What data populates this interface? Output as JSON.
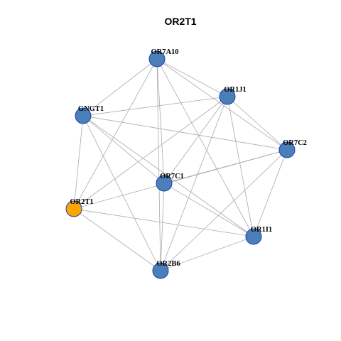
{
  "title": "OR2T1",
  "colors": {
    "node_fill": "#4a7fb8",
    "node_border": "#1c3fb0",
    "highlight_fill": "#ffa500",
    "edge": "#aaaaaa"
  },
  "nodes": [
    {
      "id": "OR7A10",
      "label": "OR7A10",
      "highlight": false
    },
    {
      "id": "OR1J1",
      "label": "OR1J1",
      "highlight": false
    },
    {
      "id": "GNGT1",
      "label": "GNGT1",
      "highlight": false
    },
    {
      "id": "OR7C2",
      "label": "OR7C2",
      "highlight": false
    },
    {
      "id": "OR7C1",
      "label": "OR7C1",
      "highlight": false
    },
    {
      "id": "OR2T1",
      "label": "OR2T1",
      "highlight": true
    },
    {
      "id": "OR1I1",
      "label": "OR1I1",
      "highlight": false
    },
    {
      "id": "OR2B6",
      "label": "OR2B6",
      "highlight": false
    }
  ],
  "edges": [
    [
      "OR7A10",
      "OR1J1"
    ],
    [
      "OR7A10",
      "GNGT1"
    ],
    [
      "OR7A10",
      "OR7C2"
    ],
    [
      "OR7A10",
      "OR7C1"
    ],
    [
      "OR7A10",
      "OR2T1"
    ],
    [
      "OR7A10",
      "OR1I1"
    ],
    [
      "OR7A10",
      "OR2B6"
    ],
    [
      "OR1J1",
      "GNGT1"
    ],
    [
      "OR1J1",
      "OR7C2"
    ],
    [
      "OR1J1",
      "OR7C1"
    ],
    [
      "OR1J1",
      "OR2T1"
    ],
    [
      "OR1J1",
      "OR1I1"
    ],
    [
      "OR1J1",
      "OR2B6"
    ],
    [
      "GNGT1",
      "OR7C2"
    ],
    [
      "GNGT1",
      "OR7C1"
    ],
    [
      "GNGT1",
      "OR2T1"
    ],
    [
      "GNGT1",
      "OR1I1"
    ],
    [
      "GNGT1",
      "OR2B6"
    ],
    [
      "OR7C2",
      "OR7C1"
    ],
    [
      "OR7C2",
      "OR2T1"
    ],
    [
      "OR7C2",
      "OR1I1"
    ],
    [
      "OR7C2",
      "OR2B6"
    ],
    [
      "OR7C1",
      "OR1I1"
    ],
    [
      "OR7C1",
      "OR2B6"
    ],
    [
      "OR2T1",
      "OR1I1"
    ],
    [
      "OR2T1",
      "OR2B6"
    ],
    [
      "OR1I1",
      "OR2B6"
    ]
  ]
}
